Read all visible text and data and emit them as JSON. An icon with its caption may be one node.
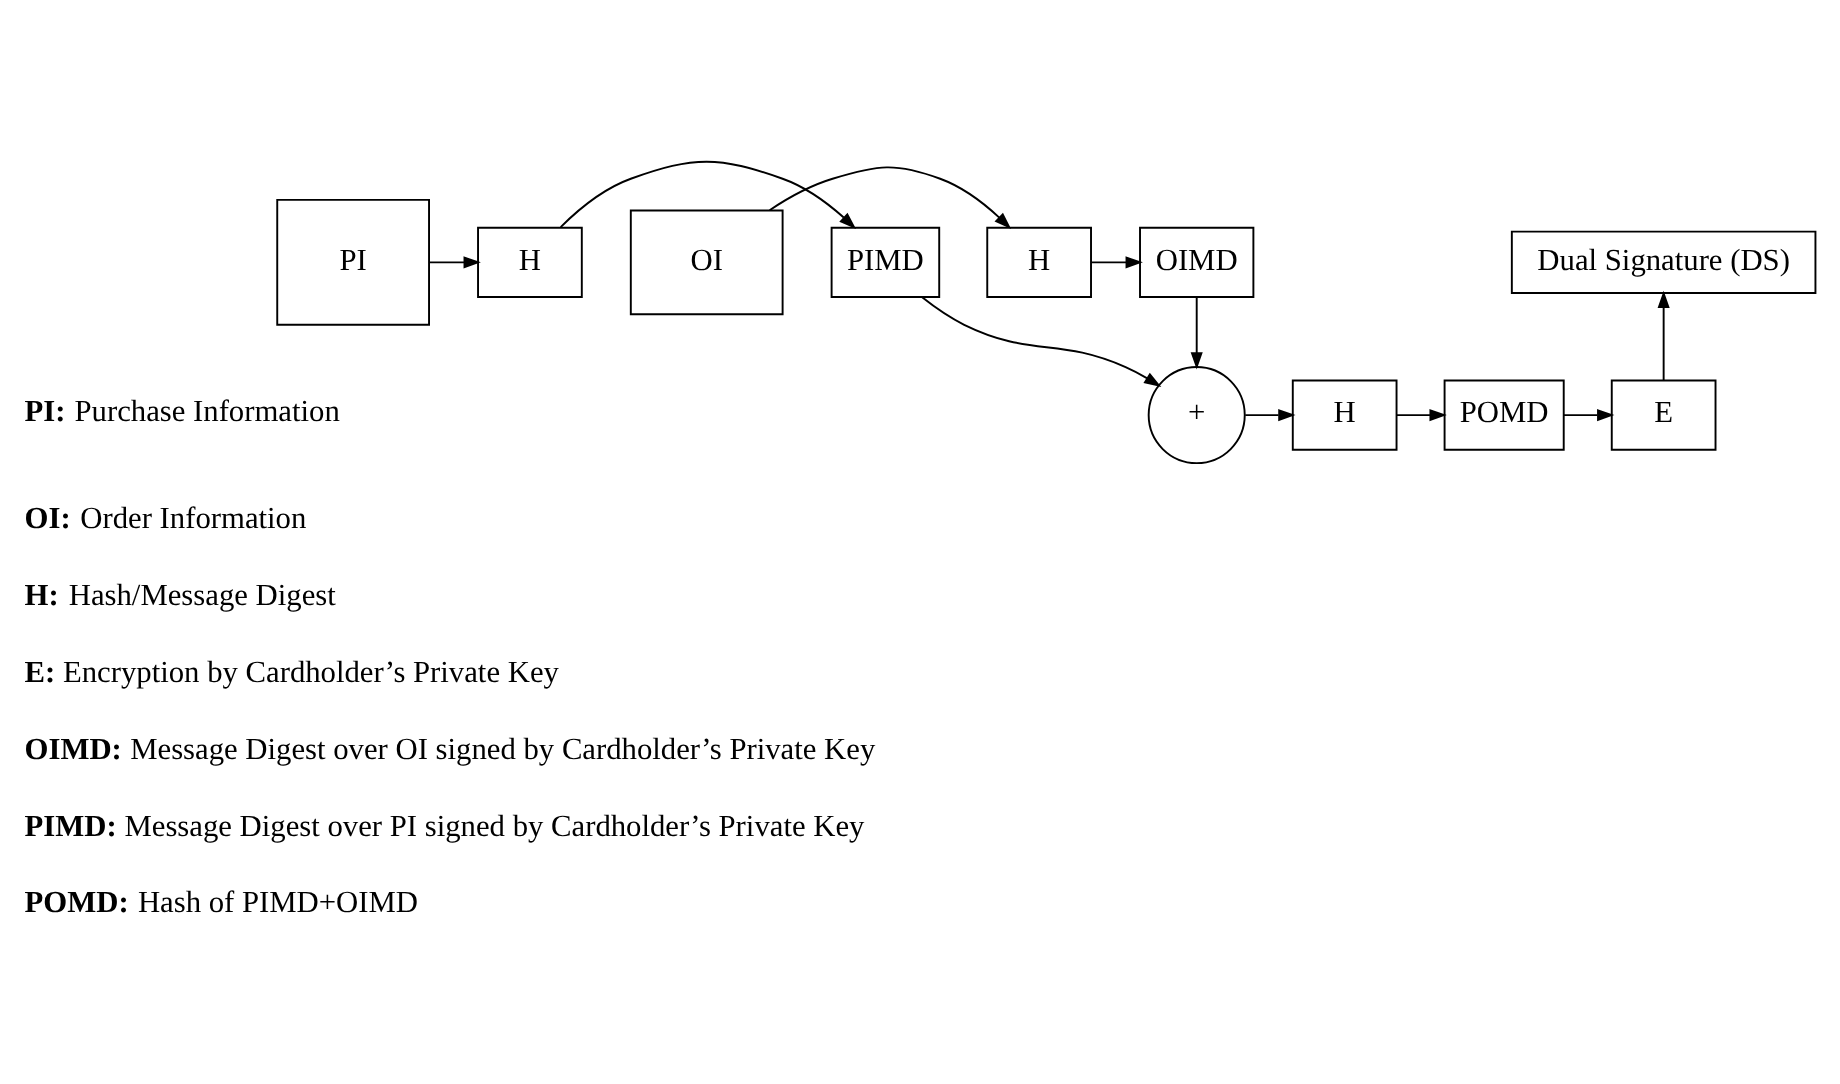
{
  "diagram": {
    "nodes": [
      {
        "text": [
          "PI"
        ]
      },
      {
        "text": [
          "H"
        ]
      },
      {
        "text": [
          "PIMD"
        ]
      },
      {
        "text": [
          "OI"
        ]
      },
      {
        "text": [
          "H"
        ]
      },
      {
        "text": [
          "OIMD"
        ]
      },
      {
        "text": [
          "+"
        ]
      },
      {
        "text": [
          "H"
        ]
      },
      {
        "text": [
          "POMD"
        ]
      },
      {
        "text": [
          "E"
        ]
      },
      {
        "text": [
          "Dual Signature (DS)"
        ]
      }
    ],
    "edges": [
      {
        "from": 0,
        "to": 1,
        "arrow": "to"
      },
      {
        "from": 1,
        "to": 2,
        "arrow": "to"
      },
      {
        "from": 2,
        "to": 6,
        "arrow": "to"
      },
      {
        "from": 3,
        "to": 4,
        "arrow": "to"
      },
      {
        "from": 4,
        "to": 5,
        "arrow": "to"
      },
      {
        "from": 5,
        "to": 6,
        "arrow": "to"
      },
      {
        "from": 6,
        "to": 7,
        "arrow": "to"
      },
      {
        "from": 7,
        "to": 8,
        "arrow": "to"
      },
      {
        "from": 8,
        "to": 9,
        "arrow": "to"
      },
      {
        "from": 9,
        "to": 10,
        "arrow": "to"
      }
    ],
    "labels": [
      "**PI:** Purchase Information",
      "**OI:** Order Information",
      "**H:** Hash/Message Digest",
      "**E:** Encryption by Cardholder’s Private Key",
      "**OIMD:** Message Digest over OI signed by Cardholder’s Private Key",
      "**PIMD:** Message Digest over PI signed by Cardholder’s Private Key",
      "**POMD:** Hash of PIMD+OIMD"
    ]
  }
}
